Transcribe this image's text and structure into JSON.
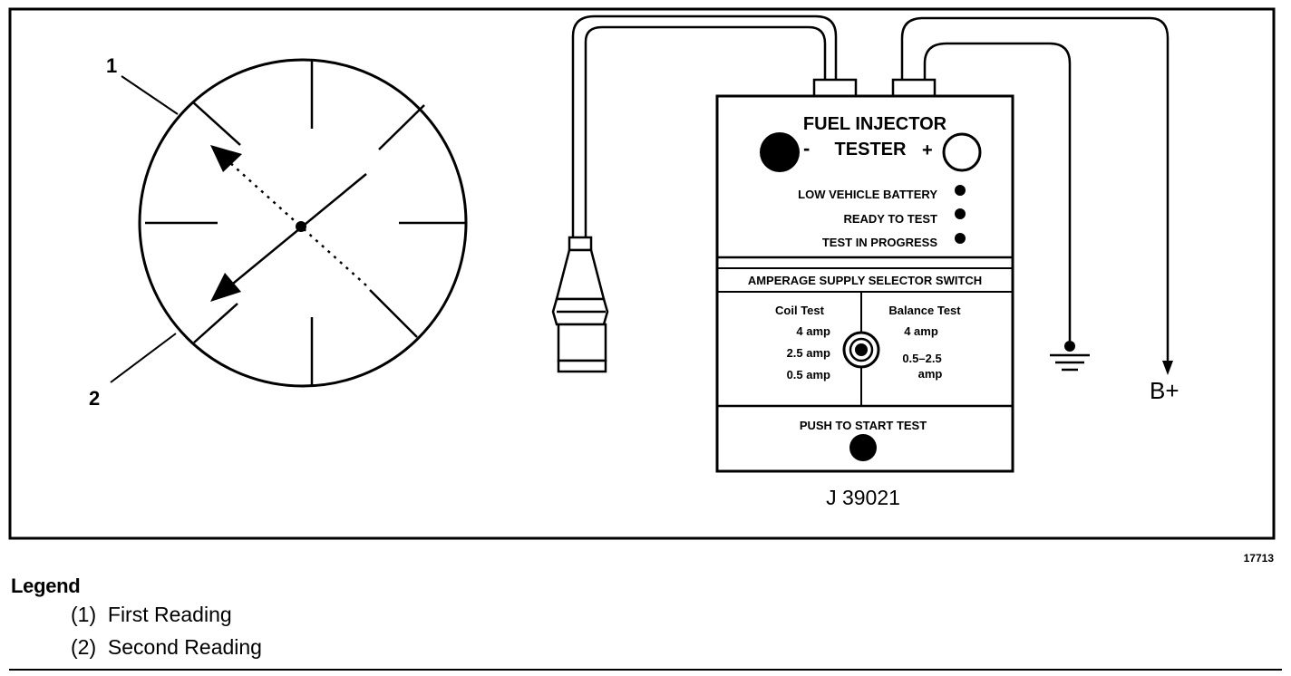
{
  "figure_id": "17713",
  "gauge": {
    "label_1": "1",
    "label_2": "2"
  },
  "tester": {
    "title_line1": "FUEL INJECTOR",
    "title_line2": "TESTER",
    "minus": "-",
    "plus": "+",
    "indicators": [
      "LOW VEHICLE BATTERY",
      "READY TO TEST",
      "TEST IN PROGRESS"
    ],
    "selector_title": "AMPERAGE SUPPLY SELECTOR SWITCH",
    "coil_test": {
      "heading": "Coil Test",
      "values": [
        "4 amp",
        "2.5 amp",
        "0.5 amp"
      ]
    },
    "balance_test": {
      "heading": "Balance Test",
      "values": [
        "4 amp",
        "0.5–2.5",
        "amp"
      ]
    },
    "push_label": "PUSH TO START TEST",
    "model": "J 39021"
  },
  "battery_label": "B+",
  "legend": {
    "title": "Legend",
    "items": [
      "(1)  First Reading",
      "(2)  Second Reading"
    ]
  }
}
